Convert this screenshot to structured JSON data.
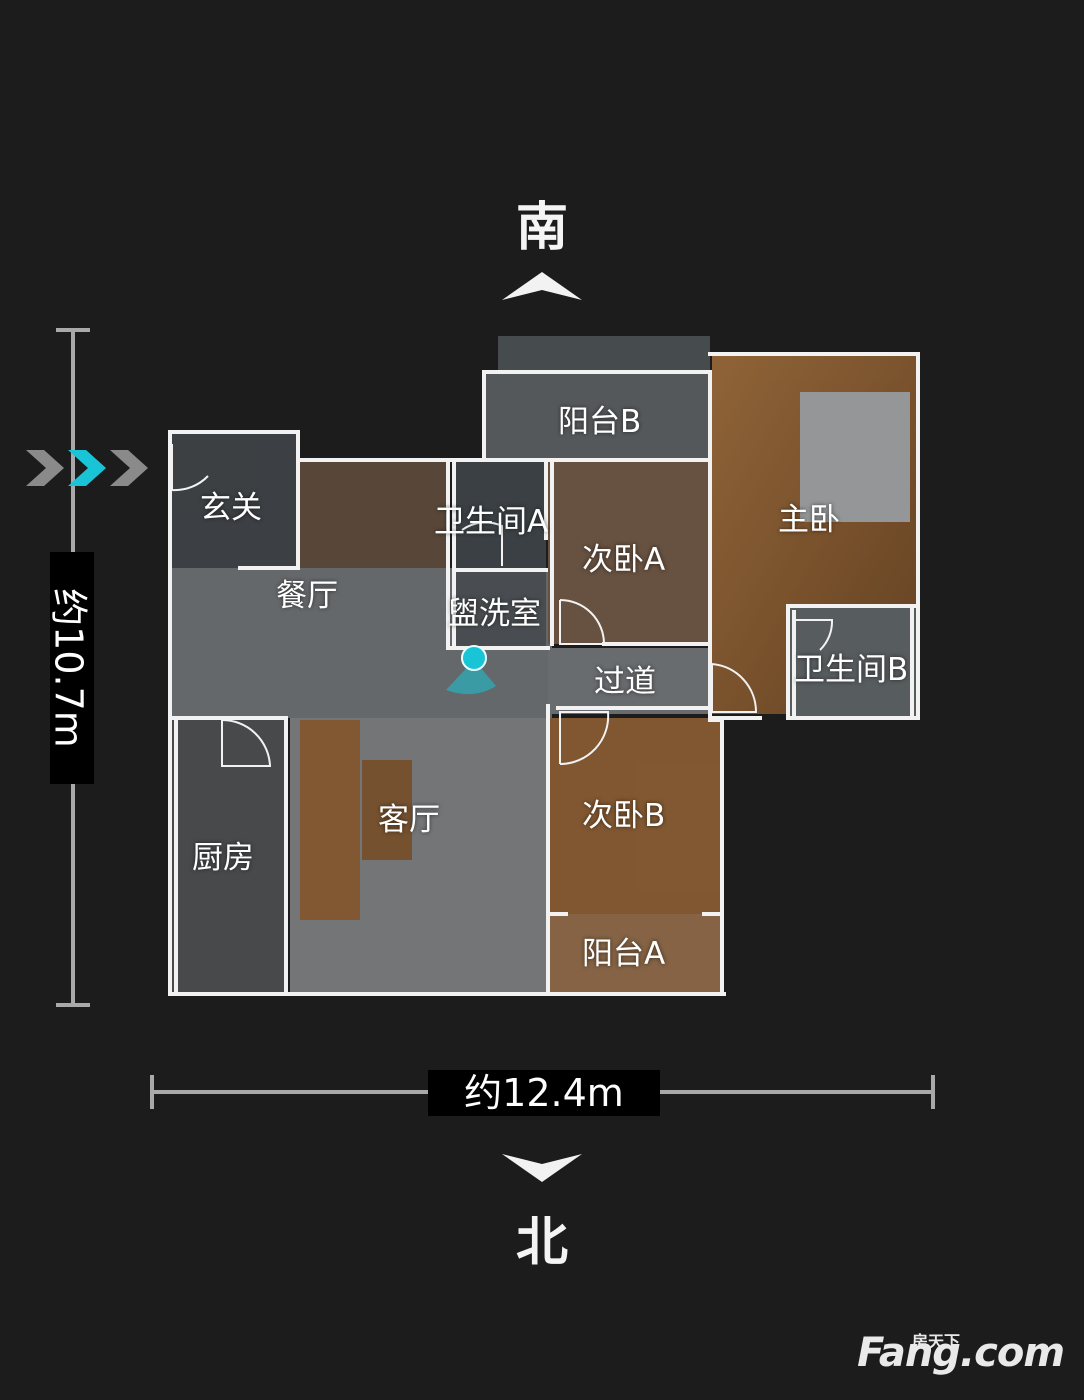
{
  "compass": {
    "top": "南",
    "bottom": "北"
  },
  "dimensions": {
    "vertical": "约10.7m",
    "horizontal": "约12.4m"
  },
  "rooms": {
    "balcony_b": "阳台B",
    "entrance": "玄关",
    "bathroom_a": "卫生间A",
    "second_bedroom_a": "次卧A",
    "master_bedroom": "主卧",
    "dining_room": "餐厅",
    "washroom": "盥洗室",
    "corridor": "过道",
    "bathroom_b": "卫生间B",
    "second_bedroom_b": "次卧B",
    "living_room": "客厅",
    "kitchen": "厨房",
    "balcony_a": "阳台A"
  },
  "brand": {
    "small": "房天下",
    "big": "Fang.com"
  },
  "colors": {
    "background": "#1c1c1d",
    "wall": "#f2f2f2",
    "marker": "#19c4d6",
    "arrow_active": "#19c4d6",
    "arrow_idle": "#8a8a8a"
  },
  "icons": {
    "position_marker": "location-dot-icon",
    "nav_arrows": "chevron-right-icon"
  }
}
